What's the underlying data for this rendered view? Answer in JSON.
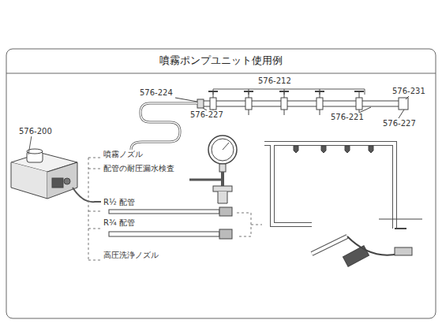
{
  "diagram": {
    "title": "噴霧ポンプユニット使用例",
    "labels": [
      "576-212",
      "576-224",
      "576-227",
      "576-231",
      "576-221",
      "576-227",
      "576-200",
      "噴霧ノズル",
      "配管の耐圧漏水検査",
      "R½ 配管",
      "R¾ 配管",
      "高圧洗浄ノズル"
    ]
  }
}
